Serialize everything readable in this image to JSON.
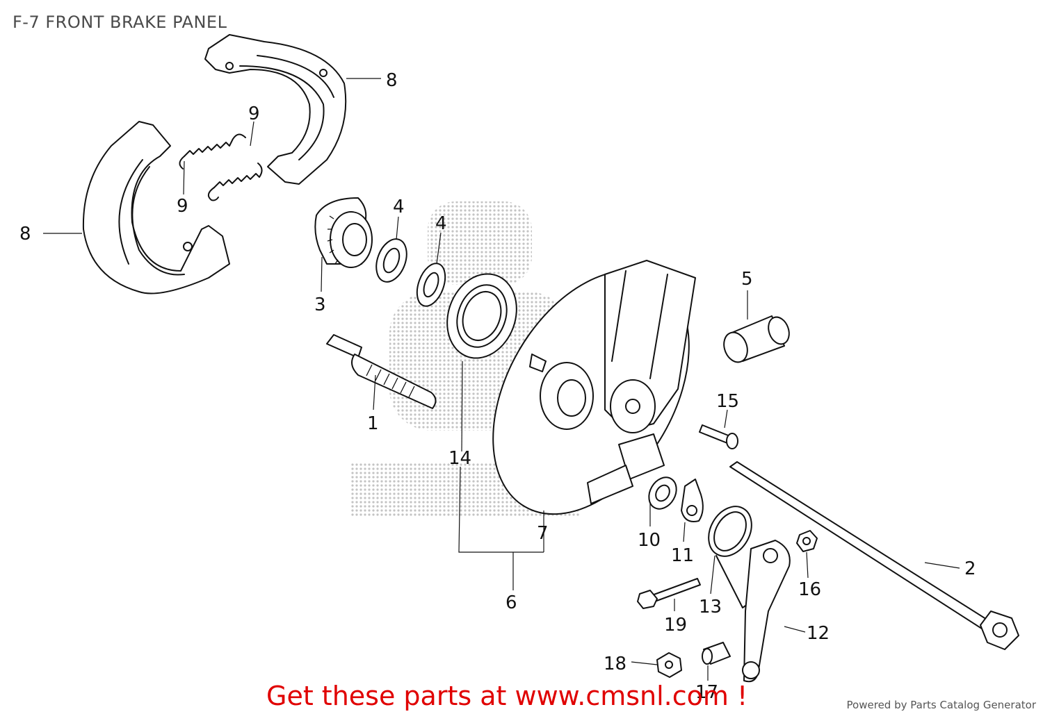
{
  "title": "F-7 FRONT BRAKE PANEL",
  "cta": "Get these parts at www.cmsnl.com !",
  "powered_by": "Powered by Parts Catalog Generator",
  "callouts": {
    "c1": "1",
    "c2": "2",
    "c3": "3",
    "c4a": "4",
    "c4b": "4",
    "c5": "5",
    "c6": "6",
    "c7": "7",
    "c8a": "8",
    "c8b": "8",
    "c9a": "9",
    "c9b": "9",
    "c10": "10",
    "c11": "11",
    "c12": "12",
    "c13": "13",
    "c14": "14",
    "c15": "15",
    "c16": "16",
    "c17": "17",
    "c18": "18",
    "c19": "19"
  },
  "colors": {
    "cta": "#e00000",
    "ink": "#111111",
    "watermark": "#c8c8c8"
  }
}
